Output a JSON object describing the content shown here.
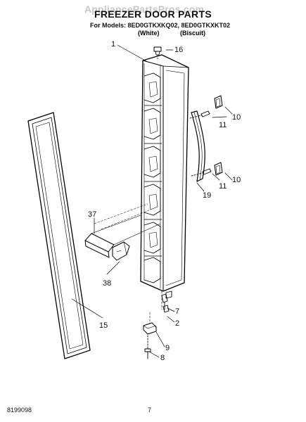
{
  "header": {
    "watermark": "AppliancePartsPros.com",
    "title": "FREEZER DOOR PARTS",
    "models_line": "For Models: 8ED0GTKXKQ02, 8ED0GTKXKT02",
    "variant_white": "(White)",
    "variant_biscuit": "(Biscuit)"
  },
  "callouts": {
    "c1": "1",
    "c16": "16",
    "c10a": "10",
    "c11a": "11",
    "c10b": "10",
    "c11b": "11",
    "c19": "19",
    "c37": "37",
    "c38": "38",
    "c15": "15",
    "c7": "7",
    "c2": "2",
    "c9": "9",
    "c8": "8"
  },
  "footer": {
    "doc_number": "8199098",
    "page_number": "7"
  }
}
